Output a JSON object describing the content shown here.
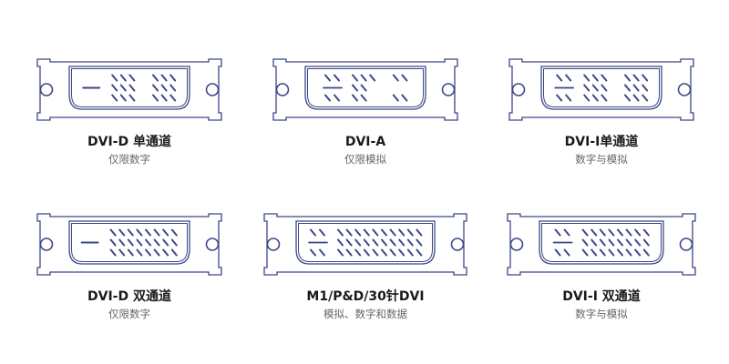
{
  "colors": {
    "stroke": "#3c4787",
    "title": "#1a1a1a",
    "subtitle": "#666666"
  },
  "connectors": [
    {
      "title": "DVI-D 单通道",
      "subtitle": "仅限数字",
      "analog": "blade",
      "blocks": [
        [
          "111",
          "111",
          "111"
        ],
        [
          "111",
          "111",
          "111"
        ]
      ]
    },
    {
      "title": "DVI-A",
      "subtitle": "仅限模拟",
      "analog": "quad",
      "blocks": [
        [
          "111",
          "110",
          "110"
        ],
        [
          "11",
          "00",
          "11"
        ]
      ]
    },
    {
      "title": "DVI-I单通道",
      "subtitle": "数字与模拟",
      "analog": "quad",
      "blocks": [
        [
          "111",
          "111",
          "111"
        ],
        [
          "111",
          "111",
          "111"
        ]
      ]
    },
    {
      "title": "DVI-D 双通道",
      "subtitle": "仅限数字",
      "analog": "blade",
      "blocks": [
        [
          "11111111",
          "11111111",
          "11111111"
        ]
      ]
    },
    {
      "title": "M1/P&D/30针DVI",
      "subtitle": "模拟、数字和数据",
      "analog": "quad",
      "blocks": [
        [
          "1111111111",
          "1111111111",
          "1111111111"
        ]
      ]
    },
    {
      "title": "DVI-I 双通道",
      "subtitle": "数字与模拟",
      "analog": "quad",
      "blocks": [
        [
          "11111111",
          "11111111",
          "11111111"
        ]
      ]
    }
  ]
}
